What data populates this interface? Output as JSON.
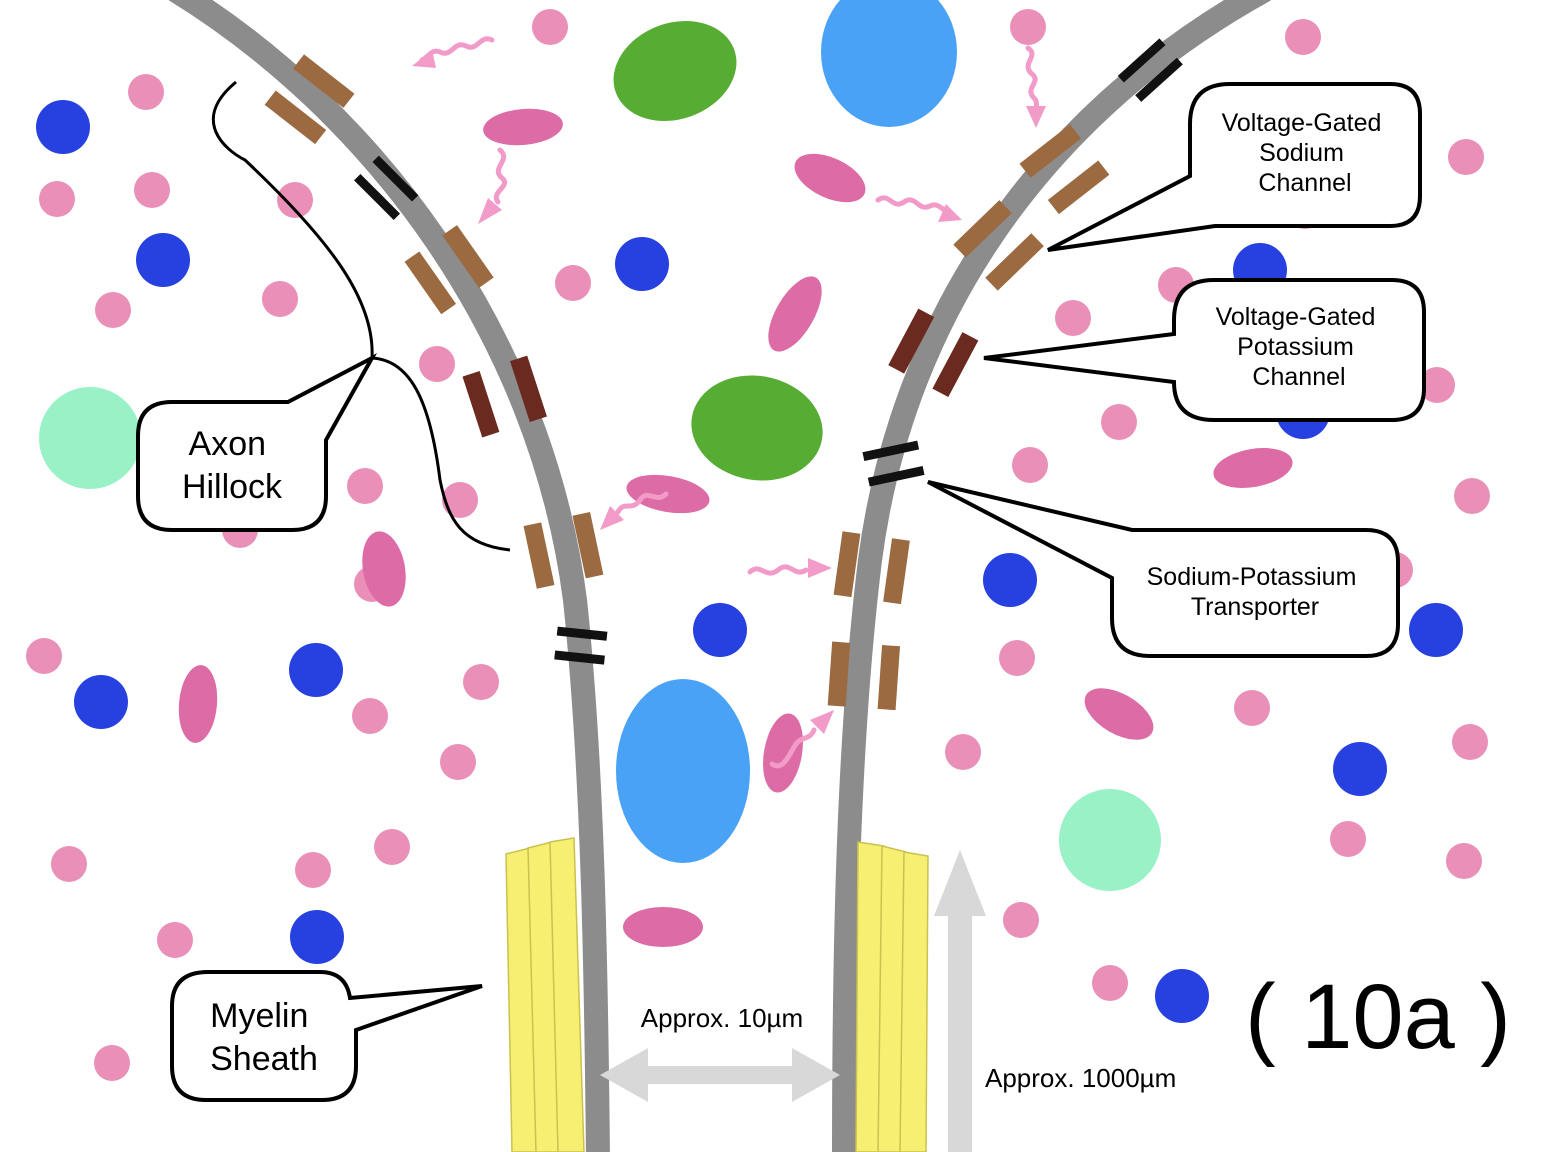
{
  "figure": {
    "tag": "( 10a )"
  },
  "labels": {
    "voltage_gated_sodium": [
      "Voltage-Gated",
      "Sodium",
      "Channel"
    ],
    "voltage_gated_potassium": [
      "Voltage-Gated",
      "Potassium",
      "Channel"
    ],
    "sodium_potassium_transporter": [
      "Sodium-Potassium",
      "Transporter"
    ],
    "axon_hillock": [
      "Axon",
      "Hillock"
    ],
    "myelin_sheath": [
      "Myelin",
      "Sheath"
    ]
  },
  "measurements": {
    "width": "Approx. 10µm",
    "length": "Approx. 1000µm"
  },
  "colors": {
    "membrane": "#8c8c8c",
    "sodium_channel": "#9b6a40",
    "potassium_channel": "#6b2a1f",
    "transporter": "#111111",
    "myelin": "#f7ef72",
    "sodium_ion": "#e98fb8",
    "potassium_ion": "#2741e0",
    "pink_molecule": "#dd6ba6",
    "green_molecule": "#57ad33",
    "blue_molecule": "#4aa2f6",
    "mint_molecule": "#98f2c6",
    "arrow": "#d8d8d8"
  }
}
